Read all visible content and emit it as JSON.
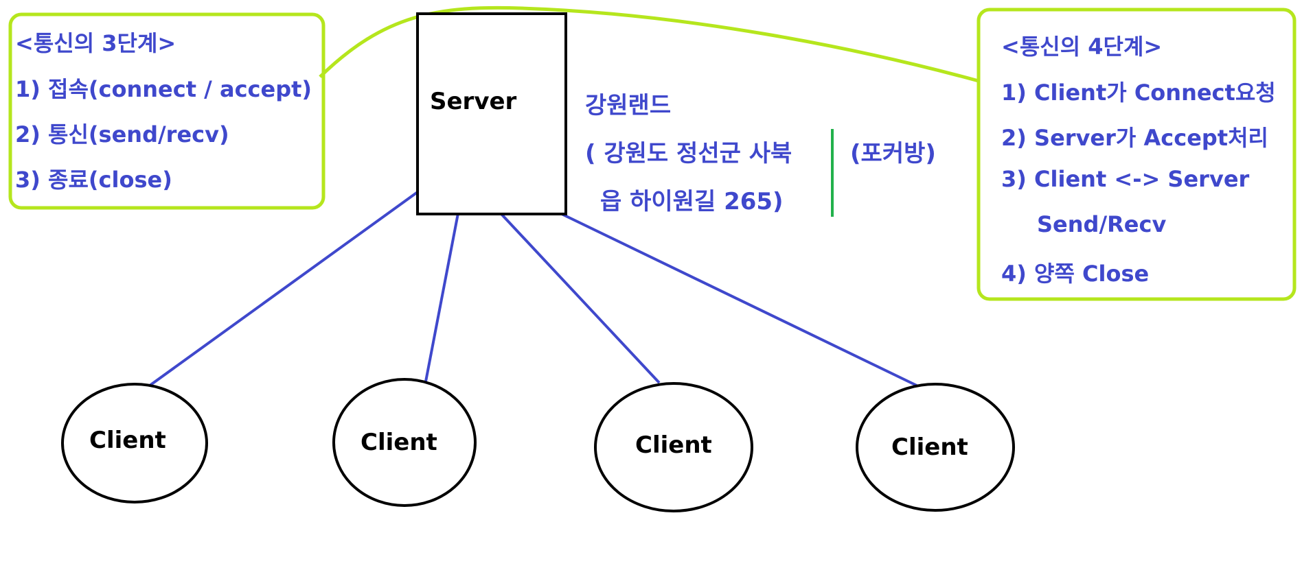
{
  "colors": {
    "line_blue": "#3f48cc",
    "box_green": "#b5e61d",
    "divider_green": "#22b14c",
    "text_blue": "#3f48cc",
    "text_black": "#000000"
  },
  "left_box": {
    "title": "<통신의 3단계>",
    "items": [
      "1) 접속(connect / accept)",
      "2) 통신(send/recv)",
      "3) 종료(close)"
    ]
  },
  "right_box": {
    "title": "<통신의 4단계>",
    "items": [
      "1) Client가 Connect요청",
      "2) Server가 Accept처리",
      "3) Client <-> Server",
      "Send/Recv",
      "4) 양쪽 Close"
    ]
  },
  "server": {
    "label": "Server"
  },
  "location": {
    "name": "강원랜드",
    "address_line1": "( 강원도 정선군 사북",
    "address_line2": "읍 하이원길 265)",
    "side_note": "(포커방)"
  },
  "clients": [
    {
      "label": "Client"
    },
    {
      "label": "Client"
    },
    {
      "label": "Client"
    },
    {
      "label": "Client"
    }
  ]
}
